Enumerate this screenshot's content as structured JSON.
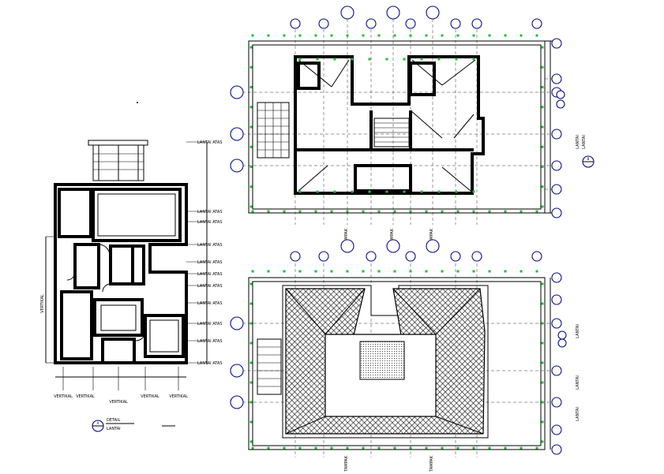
{
  "colors": {
    "line": "#000000",
    "marker": "#18c23a",
    "bubble": "#0a0a8a",
    "background": "#ffffff"
  },
  "left_plan": {
    "level_labels": [
      "LANTAI ATAS",
      "LANTAI ATAS",
      "LANTAI ATAS",
      "LANTAI ATAS",
      "LANTAI ATAS",
      "LANTAI ATAS",
      "LANTAI ATAS",
      "LANTAI ATAS",
      "LANTAI ATAS",
      "LANTAI ATAS",
      "LANTAI ATAS"
    ],
    "bottom_labels": [
      "VERTIKAL",
      "VERTIKAL",
      "VERTIKAL",
      "VERTIKAL",
      "VERTIKAL"
    ],
    "side_label": "VERTIKAL",
    "section_id": "A",
    "title_main": "DETAIL",
    "title_sub": "LANTAI"
  },
  "upper_plan": {
    "bottom_labels": [
      "TAMPAK",
      "TAMPAK",
      "TAMPAK"
    ],
    "right_labels": [
      "LANTAI",
      "LANTAI"
    ],
    "section_id": "B"
  },
  "lower_plan": {
    "bottom_labels": [
      "TAMPAK",
      "TAMPAK"
    ],
    "right_labels": [
      "LANTAI",
      "LANTAI",
      "LANTAI"
    ]
  }
}
